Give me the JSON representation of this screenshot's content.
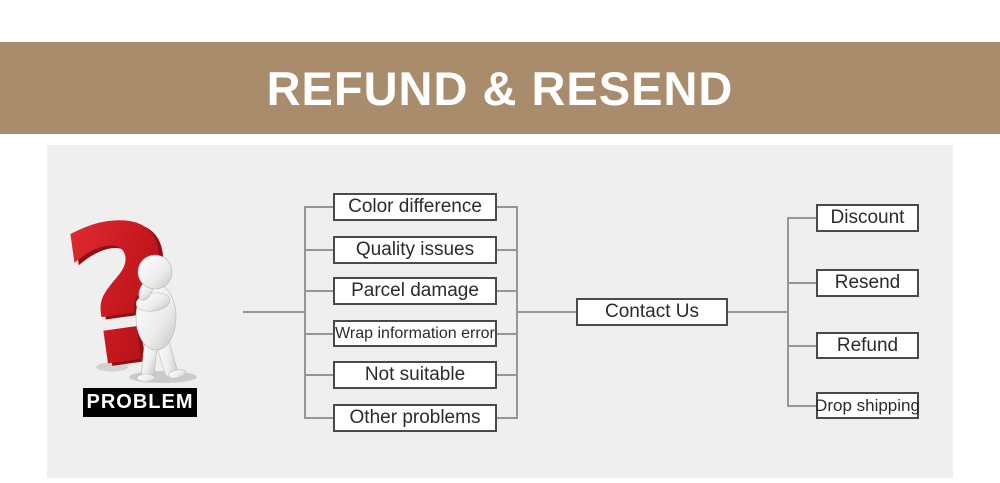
{
  "banner": {
    "title": "REFUND & RESEND"
  },
  "diagram": {
    "problem_label": "PROBLEM",
    "question_glyph": "?",
    "problems": [
      "Color difference",
      "Quality issues",
      "Parcel damage",
      "Wrap information error",
      "Not suitable",
      "Other problems"
    ],
    "hub_label": "Contact Us",
    "solutions": [
      "Discount",
      "Resend",
      "Refund",
      "Drop shipping"
    ],
    "colors": {
      "banner_bg": "#a98c6b",
      "banner_text": "#ffffff",
      "panel_bg": "#efefef",
      "box_border": "#4a4a4a",
      "box_bg": "#ffffff",
      "connector": "#969696",
      "question_red": "#c4161d",
      "problem_tag_bg": "#000000",
      "problem_tag_text": "#ffffff"
    }
  }
}
